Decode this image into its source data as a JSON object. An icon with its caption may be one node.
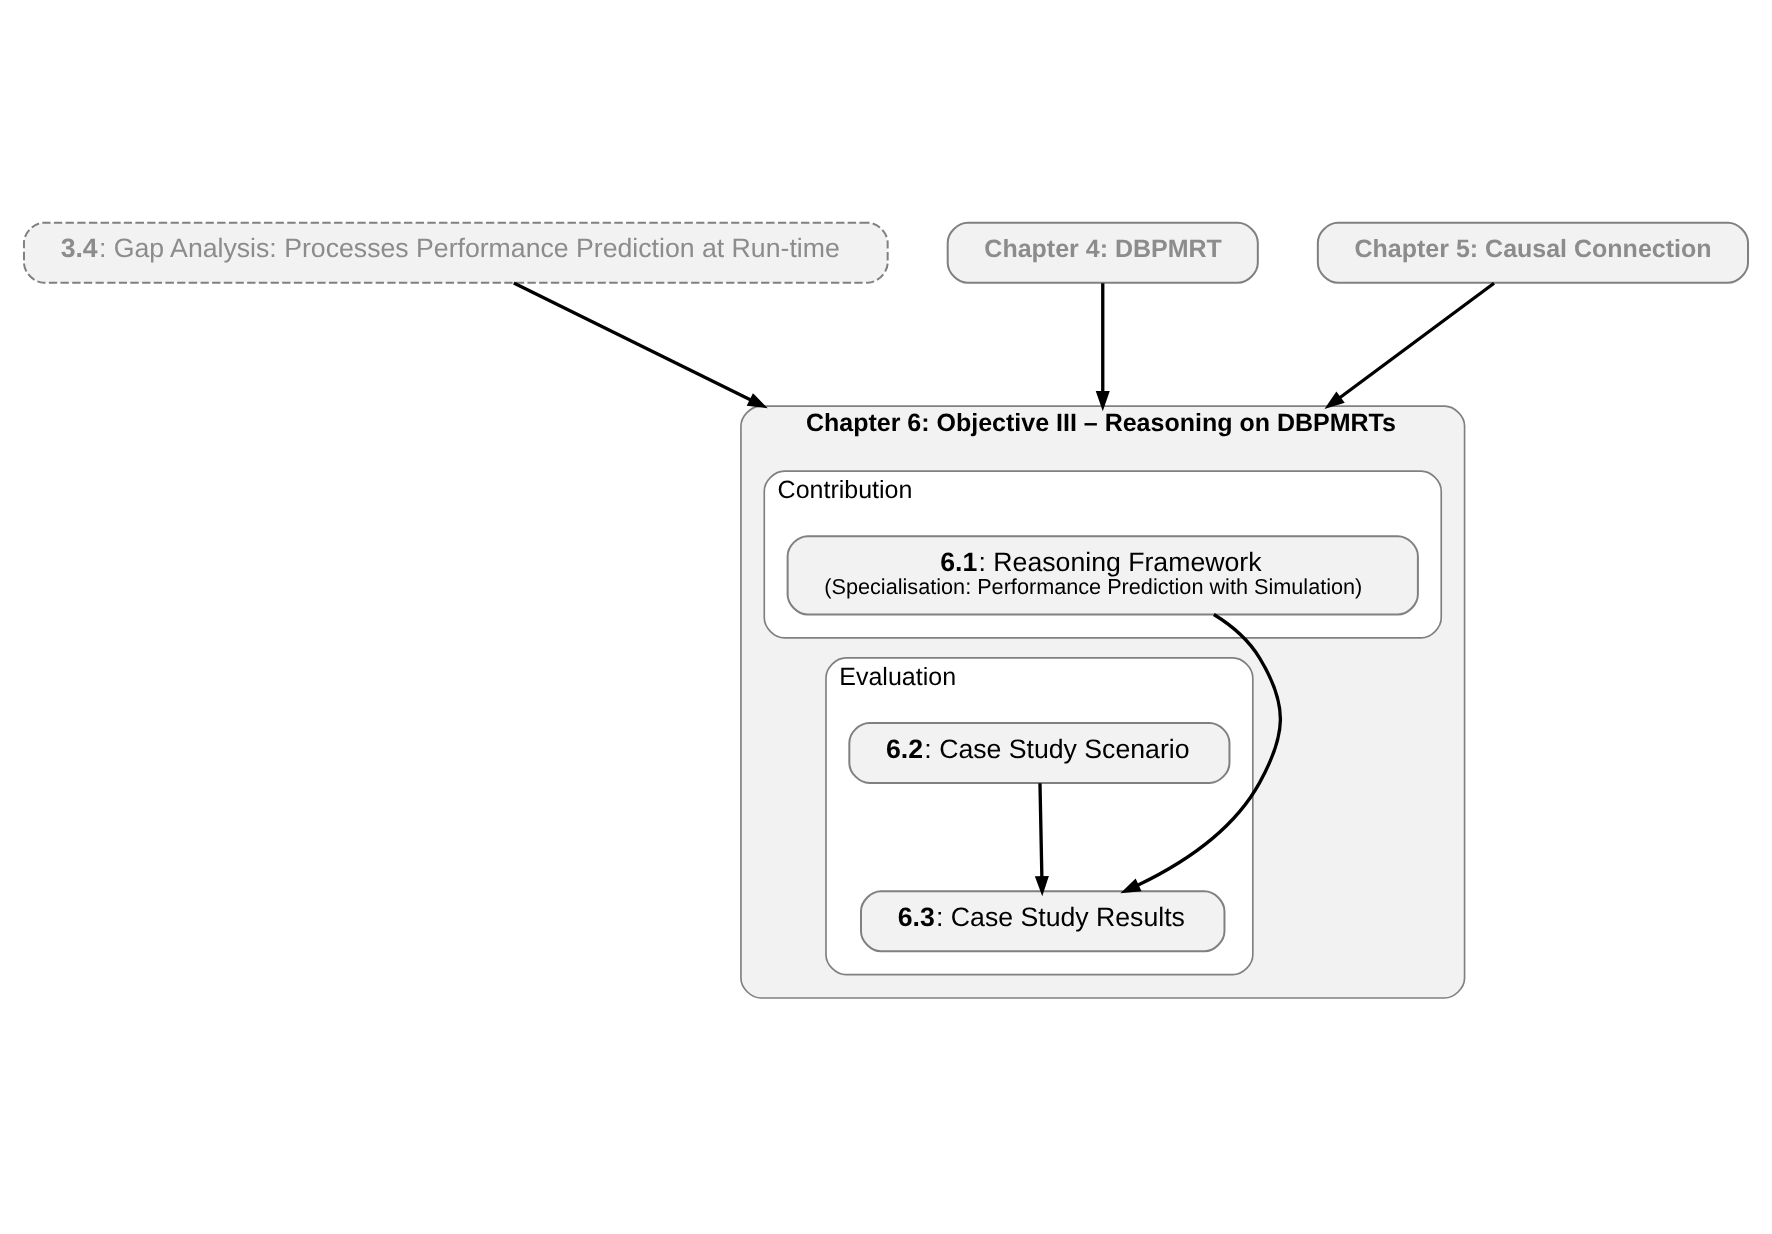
{
  "diagram": {
    "nodes": [
      {
        "text": [
          "**3.4**: Gap Analysis: Processes Performance Prediction at Run-time"
        ]
      },
      {
        "text": [
          "Chapter 4: DBPMRT"
        ]
      },
      {
        "text": [
          "Chapter 5: Causal Connection"
        ]
      },
      {
        "text": [
          "Chapter 6: Objective III – Reasoning on DBPMRTs"
        ]
      },
      {
        "text": [
          "Contribution"
        ],
        "in": 3
      },
      {
        "text": [
          "**6.1**: Reasoning Framework",
          "(Specialisation: Performance Prediction with Simulation)"
        ],
        "in": 4
      },
      {
        "text": [
          "Evaluation"
        ],
        "in": 3
      },
      {
        "text": [
          "**6.2**: Case Study Scenario"
        ],
        "in": 6
      },
      {
        "text": [
          "**6.3**: Case Study Results"
        ],
        "in": 6
      }
    ],
    "edges": [
      {
        "from": 0,
        "to": 3,
        "arrow": "to"
      },
      {
        "from": 1,
        "to": 3,
        "arrow": "to"
      },
      {
        "from": 2,
        "to": 3,
        "arrow": "to"
      },
      {
        "from": 5,
        "to": 8,
        "arrow": "to"
      },
      {
        "from": 7,
        "to": 8,
        "arrow": "to"
      }
    ]
  }
}
